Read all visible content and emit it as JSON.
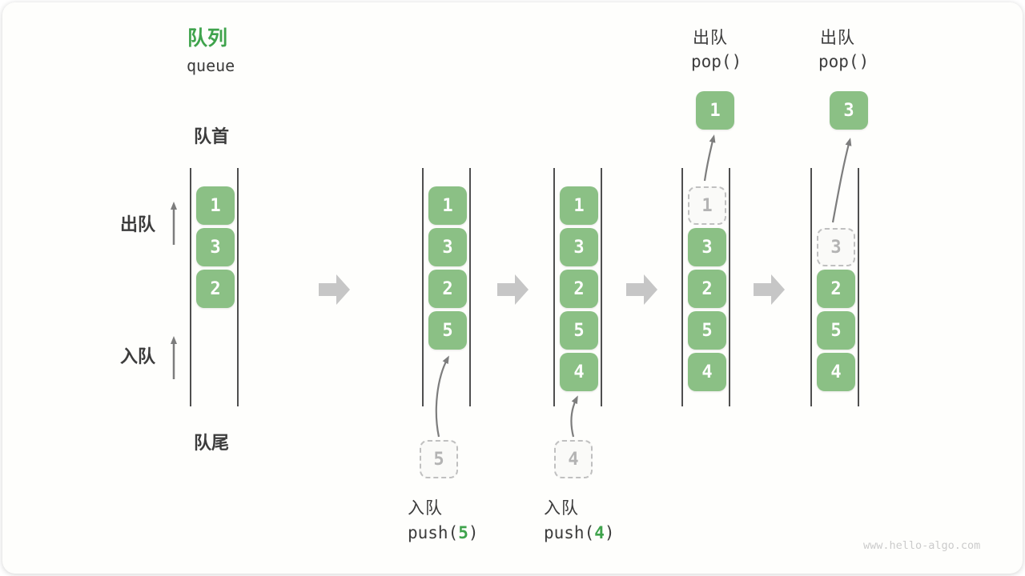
{
  "colors": {
    "box_green": "#8BC085",
    "accent_green": "#3FA34C",
    "text_dark": "#3C3C3C",
    "channel_line": "#4F4F4F",
    "thin_arrow": "#7D7D7D",
    "block_arrow": "#C6C6C6",
    "dashed_border": "#C0C0C0",
    "dashed_text": "#B3B3B3",
    "dashed_bg": "#FAFAF8",
    "watermark": "#CBCBCB",
    "card_bg": "#FEFEFC"
  },
  "header": {
    "title_zh": "队列",
    "title_en": "queue"
  },
  "side_labels": {
    "front": "队首",
    "rear": "队尾",
    "dequeue": "出队",
    "enqueue": "入队"
  },
  "watermark": "www.hello-algo.com",
  "states": [
    {
      "name": "initial",
      "cells": [
        {
          "value": "1"
        },
        {
          "value": "3"
        },
        {
          "value": "2"
        }
      ]
    },
    {
      "name": "after-push-5",
      "cells": [
        {
          "value": "1"
        },
        {
          "value": "3"
        },
        {
          "value": "2"
        },
        {
          "value": "5"
        }
      ],
      "pending_value": "5",
      "op": {
        "action": "入队",
        "code_pre": "push(",
        "code_arg": "5",
        "code_post": ")"
      }
    },
    {
      "name": "after-push-4",
      "cells": [
        {
          "value": "1"
        },
        {
          "value": "3"
        },
        {
          "value": "2"
        },
        {
          "value": "5"
        },
        {
          "value": "4"
        }
      ],
      "pending_value": "4",
      "op": {
        "action": "入队",
        "code_pre": "push(",
        "code_arg": "4",
        "code_post": ")"
      }
    },
    {
      "name": "after-pop-1",
      "cells": [
        {
          "value": "1",
          "dashed": true
        },
        {
          "value": "3"
        },
        {
          "value": "2"
        },
        {
          "value": "5"
        },
        {
          "value": "4"
        }
      ],
      "popped_value": "1",
      "op": {
        "action": "出队",
        "code": "pop()"
      }
    },
    {
      "name": "after-pop-3",
      "cells": [
        {
          "value": "3",
          "dashed": true
        },
        {
          "value": "2"
        },
        {
          "value": "5"
        },
        {
          "value": "4"
        }
      ],
      "popped_value": "3",
      "op": {
        "action": "出队",
        "code": "pop()"
      }
    }
  ]
}
